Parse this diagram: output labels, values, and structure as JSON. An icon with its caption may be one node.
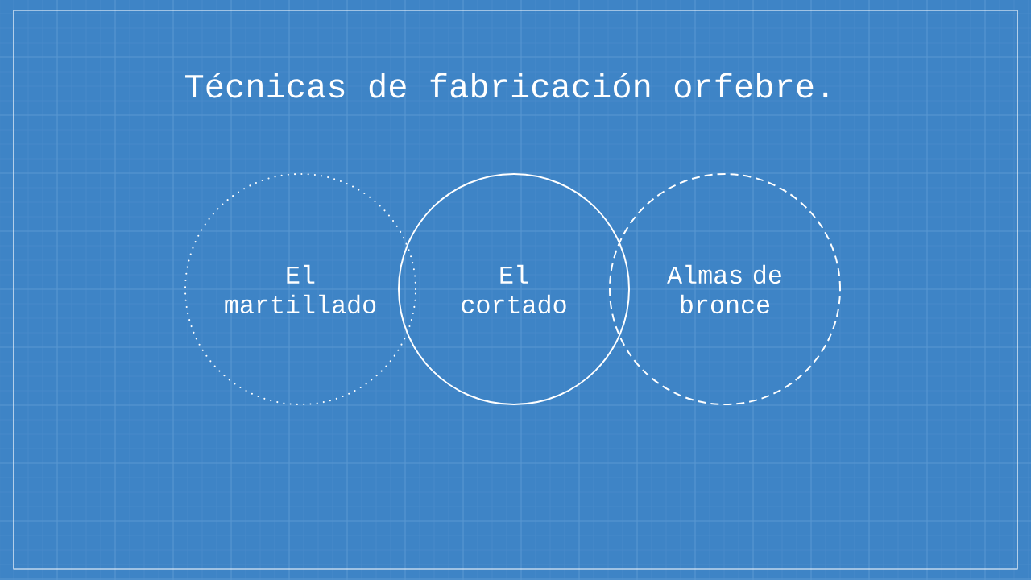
{
  "diagram": {
    "title": "Técnicas de fabricación orfebre.",
    "nodes": [
      {
        "text": [
          "El martillado"
        ]
      },
      {
        "text": [
          "El cortado"
        ]
      },
      {
        "text": [
          "Almas de bronce"
        ]
      }
    ]
  }
}
